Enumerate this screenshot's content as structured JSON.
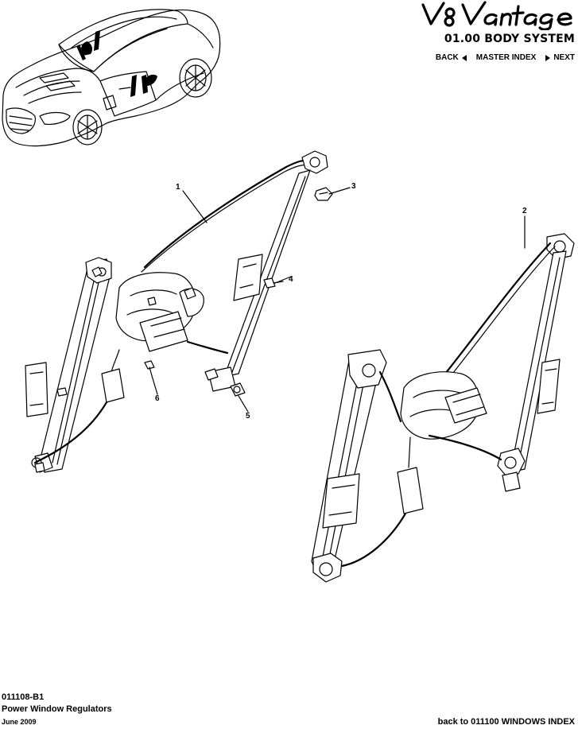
{
  "header": {
    "brand": "V8 Vantage",
    "section": "01.00 BODY SYSTEM",
    "nav": {
      "back": "BACK",
      "master": "MASTER INDEX",
      "next": "NEXT"
    }
  },
  "callouts": [
    {
      "id": "1",
      "label": "1"
    },
    {
      "id": "2",
      "label": "2"
    },
    {
      "id": "3",
      "label": "3"
    },
    {
      "id": "4",
      "label": "4"
    },
    {
      "id": "5",
      "label": "5"
    },
    {
      "id": "6",
      "label": "6"
    }
  ],
  "footer": {
    "code": "011108-B1",
    "title": "Power Window Regulators",
    "date": "June 2009",
    "link": "back to 011100 WINDOWS INDEX"
  }
}
